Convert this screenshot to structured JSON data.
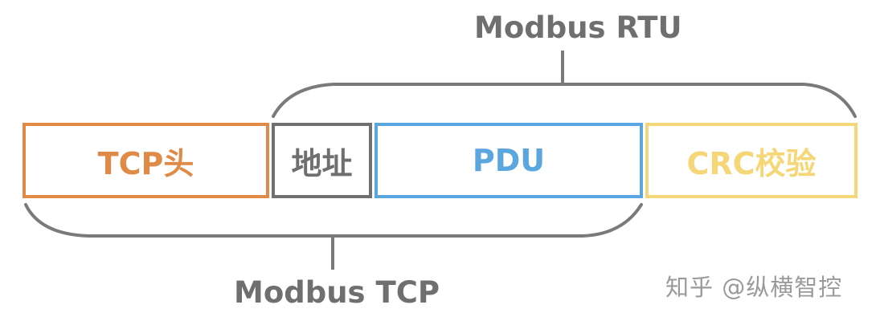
{
  "diagram": {
    "title_top": "Modbus RTU",
    "title_bottom": "Modbus TCP",
    "segments": [
      {
        "id": "tcp-header",
        "label": "TCP头",
        "color": "#e08a48"
      },
      {
        "id": "address",
        "label": "地址",
        "color": "#6f6f6f"
      },
      {
        "id": "pdu",
        "label": "PDU",
        "color": "#5aa6de"
      },
      {
        "id": "crc",
        "label": "CRC校验",
        "color": "#f5d778"
      }
    ],
    "bracket_color": "#7a7a7a"
  },
  "watermark": "知乎 @纵横智控"
}
